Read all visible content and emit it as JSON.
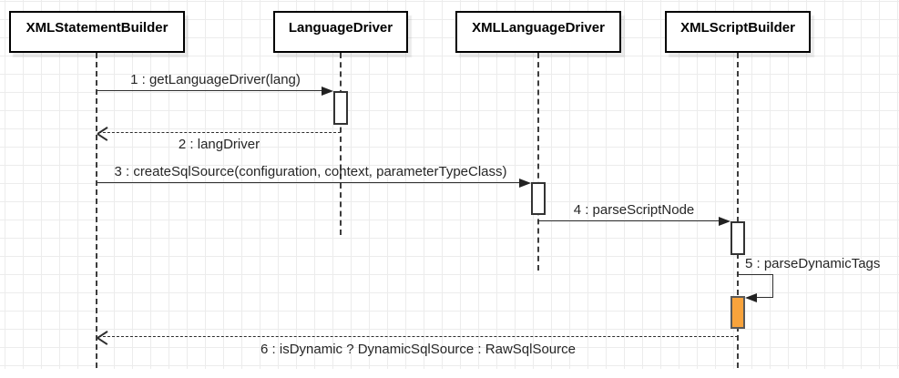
{
  "diagram": {
    "type": "uml-sequence-diagram",
    "actors": [
      {
        "name": "XMLStatementBuilder"
      },
      {
        "name": "LanguageDriver"
      },
      {
        "name": "XMLLanguageDriver"
      },
      {
        "name": "XMLScriptBuilder"
      }
    ],
    "messages": [
      {
        "seq": 1,
        "label": "1 : getLanguageDriver(lang)",
        "from": "XMLStatementBuilder",
        "to": "LanguageDriver",
        "kind": "sync-call"
      },
      {
        "seq": 2,
        "label": "2 : langDriver",
        "from": "LanguageDriver",
        "to": "XMLStatementBuilder",
        "kind": "return"
      },
      {
        "seq": 3,
        "label": "3 : createSqlSource(configuration, context, parameterTypeClass)",
        "from": "XMLStatementBuilder",
        "to": "XMLLanguageDriver",
        "kind": "sync-call"
      },
      {
        "seq": 4,
        "label": "4 : parseScriptNode",
        "from": "XMLLanguageDriver",
        "to": "XMLScriptBuilder",
        "kind": "sync-call"
      },
      {
        "seq": 5,
        "label": "5 : parseDynamicTags",
        "from": "XMLScriptBuilder",
        "to": "XMLScriptBuilder",
        "kind": "self-call"
      },
      {
        "seq": 6,
        "label": "6 : isDynamic ? DynamicSqlSource : RawSqlSource",
        "from": "XMLScriptBuilder",
        "to": "XMLStatementBuilder",
        "kind": "return"
      }
    ],
    "colors": {
      "activation_highlight": "#F8A33C",
      "activation_fill": "#FFFFFF",
      "line": "#2E2E2E",
      "box_border": "#000000",
      "grid_line": "#ECECEC",
      "background": "#FFFFFF"
    }
  }
}
